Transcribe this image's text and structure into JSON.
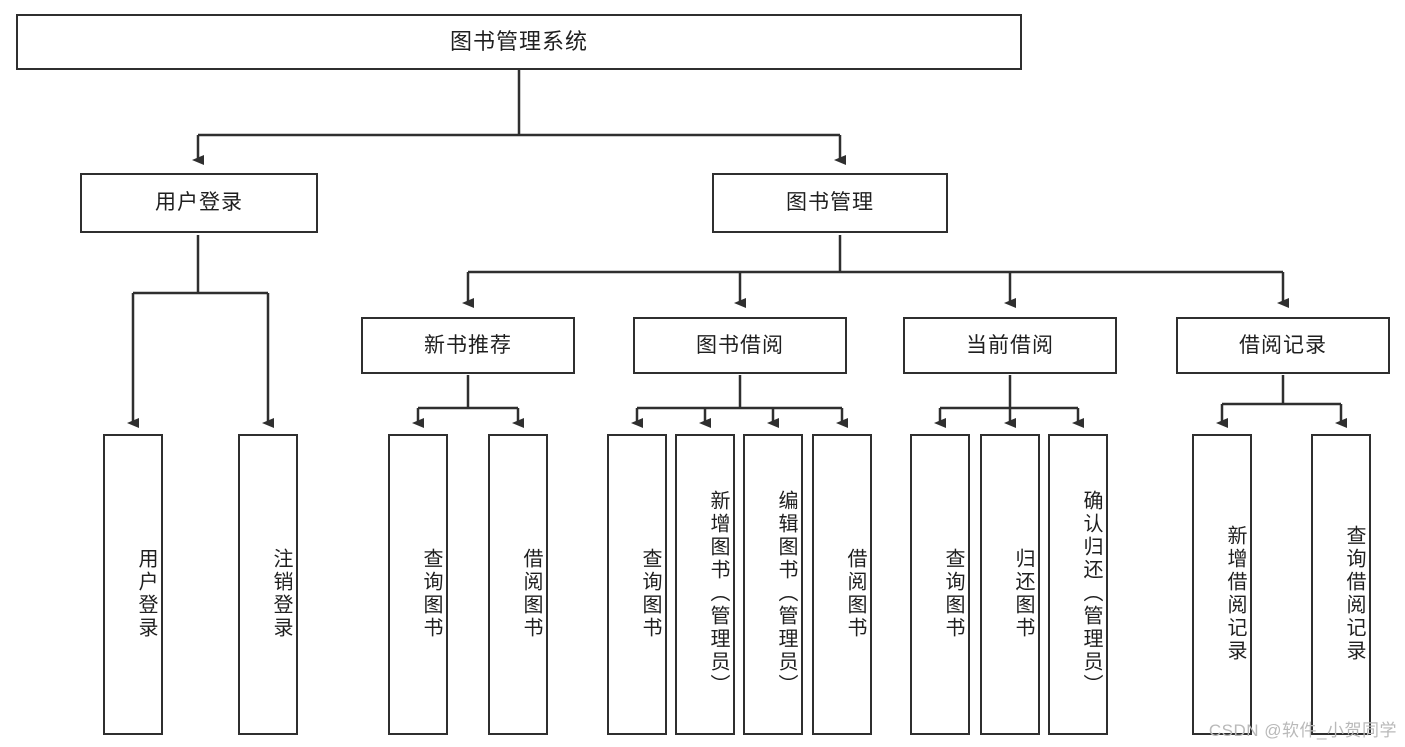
{
  "diagram": {
    "title": "图书管理系统",
    "watermark": "CSDN @软件_小贺同学",
    "colors": {
      "border": "#2f2f2f",
      "text": "#1f1f1f",
      "background": "#ffffff",
      "watermark": "#b9b9b9"
    },
    "levels": {
      "root": "图书管理系统",
      "level2": [
        "用户登录",
        "图书管理"
      ],
      "level3": [
        "新书推荐",
        "图书借阅",
        "当前借阅",
        "借阅记录"
      ]
    },
    "nodes": {
      "root": {
        "label": "图书管理系统"
      },
      "user_login": {
        "label": "用户登录"
      },
      "book_manage": {
        "label": "图书管理"
      },
      "new_book_rec": {
        "label": "新书推荐"
      },
      "book_borrow": {
        "label": "图书借阅"
      },
      "current_borrow": {
        "label": "当前借阅"
      },
      "borrow_record": {
        "label": "借阅记录"
      },
      "leaf_user_login": {
        "label": "用户登录"
      },
      "leaf_user_logout": {
        "label": "注销登录"
      },
      "leaf_rec_query": {
        "label": "查询图书"
      },
      "leaf_rec_borrow": {
        "label": "借阅图书"
      },
      "leaf_borrow_query": {
        "label": "查询图书"
      },
      "leaf_borrow_add": {
        "label": "新增图书（管理员）"
      },
      "leaf_borrow_edit": {
        "label": "编辑图书（管理员）"
      },
      "leaf_borrow_do": {
        "label": "借阅图书"
      },
      "leaf_cur_query": {
        "label": "查询图书"
      },
      "leaf_cur_return": {
        "label": "归还图书"
      },
      "leaf_cur_confirm": {
        "label": "确认归还（管理员）"
      },
      "leaf_rec_add": {
        "label": "新增借阅记录"
      },
      "leaf_rec_query2": {
        "label": "查询借阅记录"
      }
    }
  }
}
